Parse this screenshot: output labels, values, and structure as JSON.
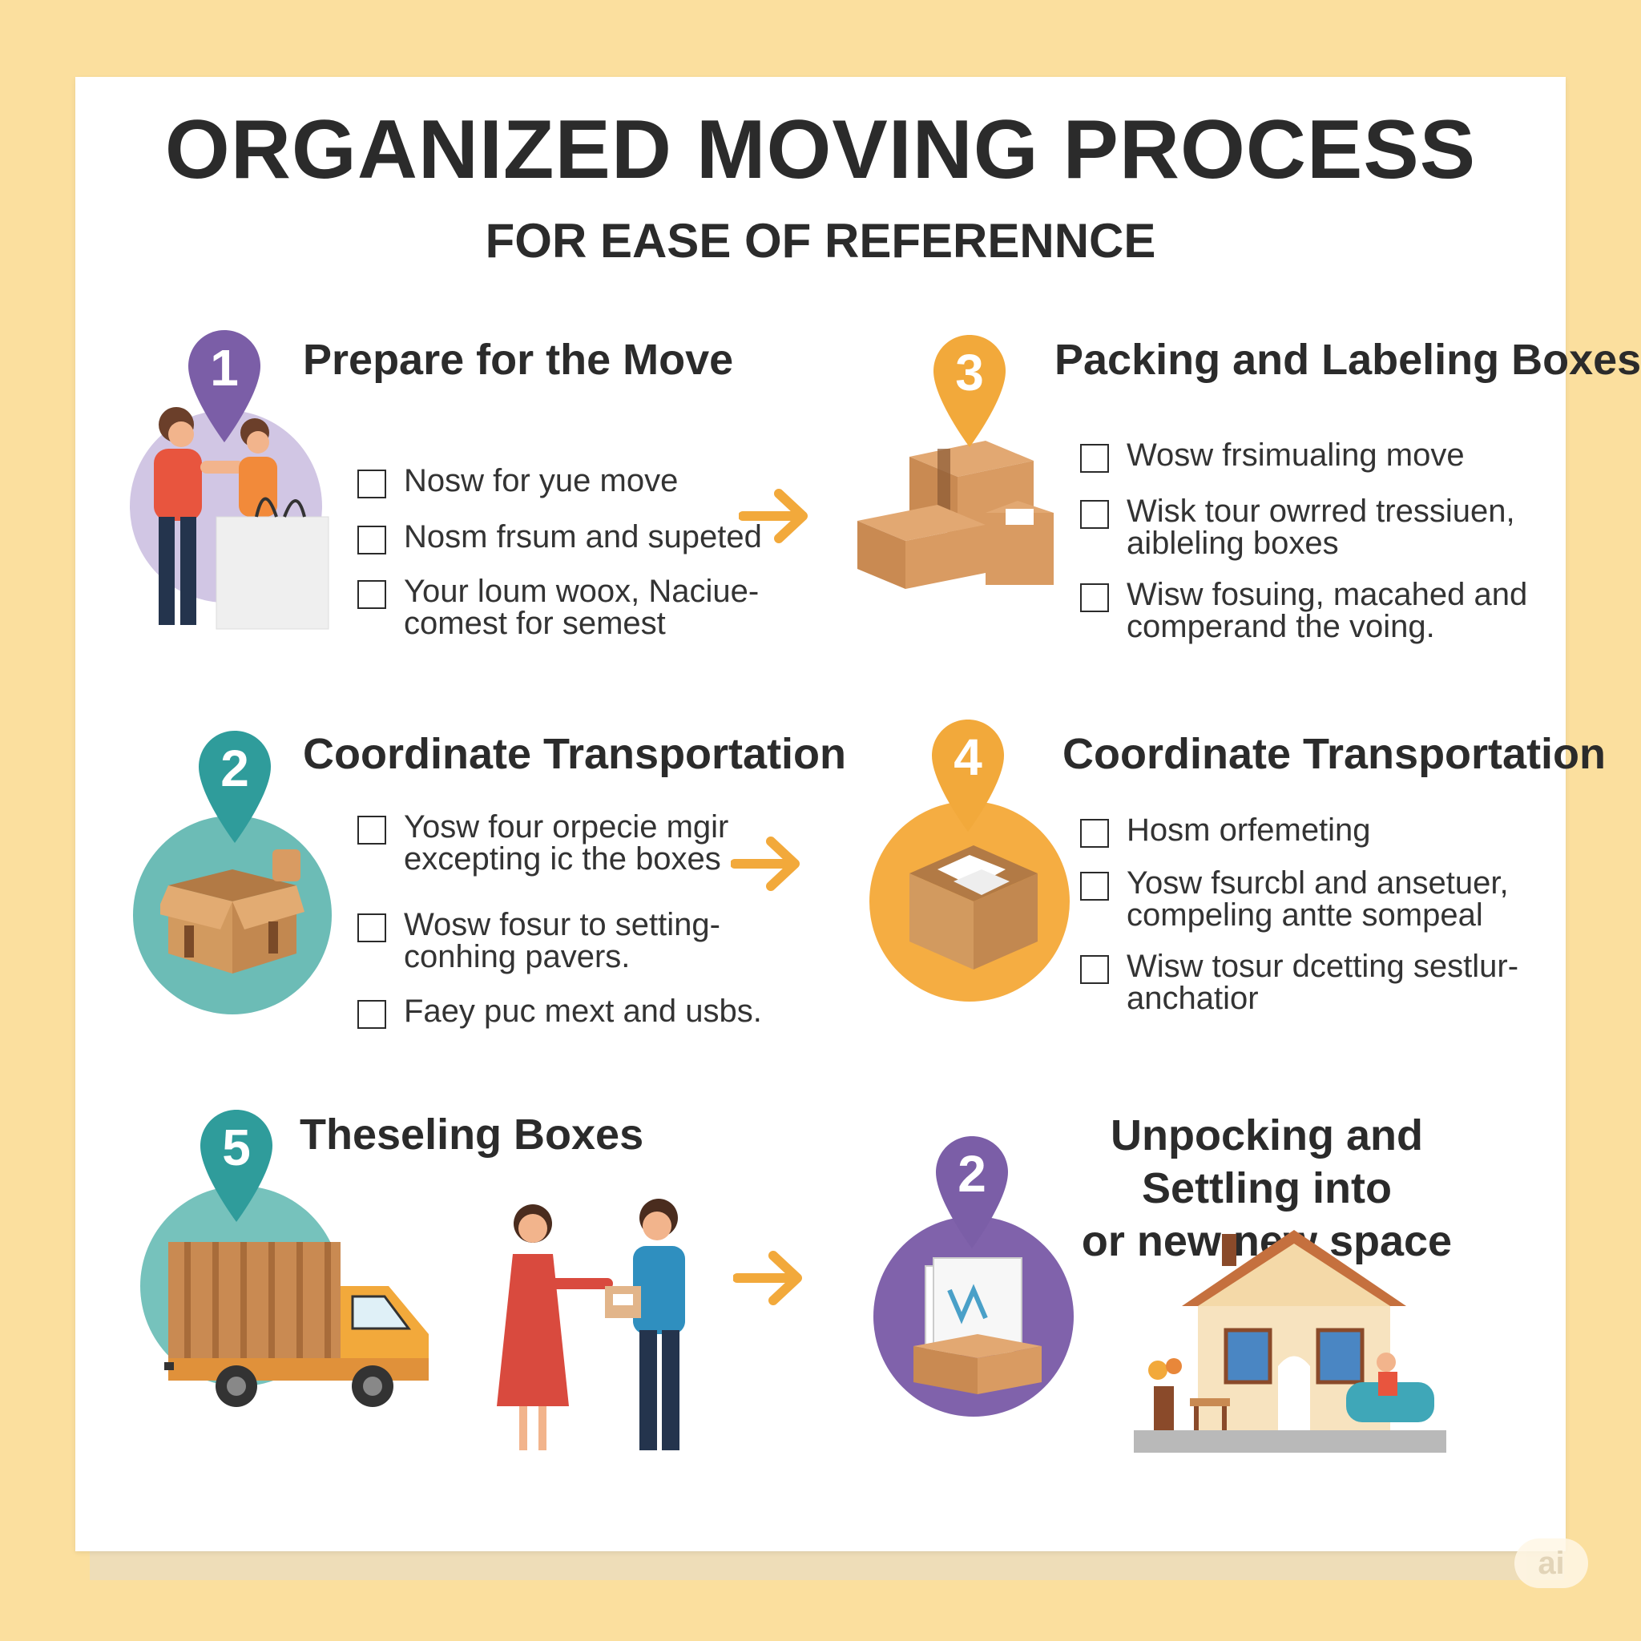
{
  "title": "ORGANIZED  MOVING PROCESS",
  "subtitle": "FOR EASE OF REFERENNCE",
  "colors": {
    "purple": "#7b5ea7",
    "teal": "#2f9c9b",
    "orange": "#f2a93b",
    "arrow": "#f2a93b",
    "text": "#2b2b2b"
  },
  "steps": [
    {
      "number": "1",
      "heading": "Prepare for the Move",
      "items": [
        "Nosw for yue move",
        "Nosm frsum and supeted",
        "Your loum woox, Naciue-\ncomest for semest"
      ]
    },
    {
      "number": "3",
      "heading": "Packing and Labeling Boxes",
      "items": [
        "Wosw frsimualing move",
        "Wisk tour owrred tressiuen,\naibleling boxes",
        "Wisw fosuing, macahed and\ncomperand the voing."
      ]
    },
    {
      "number": "2",
      "heading": "Coordinate Transportation",
      "items": [
        "Yosw four orpecie mgir\nexcepting ic the boxes",
        "Wosw fosur to setting-\nconhing pavers.",
        "Faey puc mext and usbs."
      ]
    },
    {
      "number": "4",
      "heading": "Coordinate Transportation",
      "items": [
        "Hosm orfemeting",
        "Yosw fsurcbl and ansetuer,\ncompeling antte sompeal",
        "Wisw tosur dcetting sestlur-\nanchatior"
      ]
    },
    {
      "number": "5",
      "heading": "Theseling Boxes",
      "items": []
    },
    {
      "number": "2",
      "heading": "Unpocking and Settling into\nor new new space",
      "items": []
    }
  ],
  "icons": [
    "map-pin-icon",
    "arrow-right-icon",
    "checkbox-icon",
    "box-icon",
    "truck-icon",
    "house-icon"
  ],
  "watermark": "ai"
}
